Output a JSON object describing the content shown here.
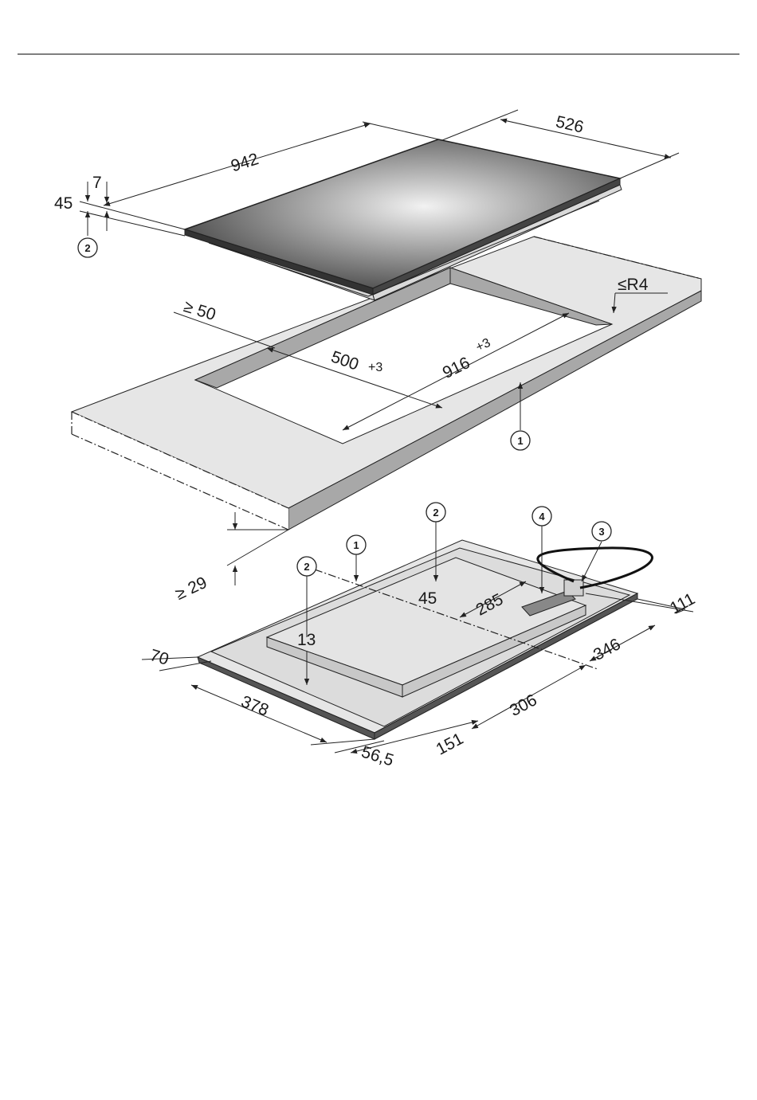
{
  "diagram": {
    "hob_dimensions": {
      "width": "942",
      "depth": "526",
      "overall_height": "45",
      "glass_thickness": "7"
    },
    "cutout_dimensions": {
      "depth": "500",
      "depth_tolerance": "+3",
      "width": "916",
      "width_tolerance": "+3",
      "min_front_distance": "≥ 50",
      "corner_radius": "≤R4",
      "min_worktop_thickness": "≥ 29"
    },
    "underside_dimensions": {
      "height_main": "45",
      "height_step": "13",
      "cable_offset": "285",
      "d_111": "111",
      "d_346": "346",
      "d_306": "306",
      "d_151": "151",
      "d_70": "70",
      "d_378": "378",
      "d_56_5": "56,5"
    },
    "callouts": {
      "c1": "1",
      "c2": "2",
      "c3": "3",
      "c4": "4"
    }
  }
}
